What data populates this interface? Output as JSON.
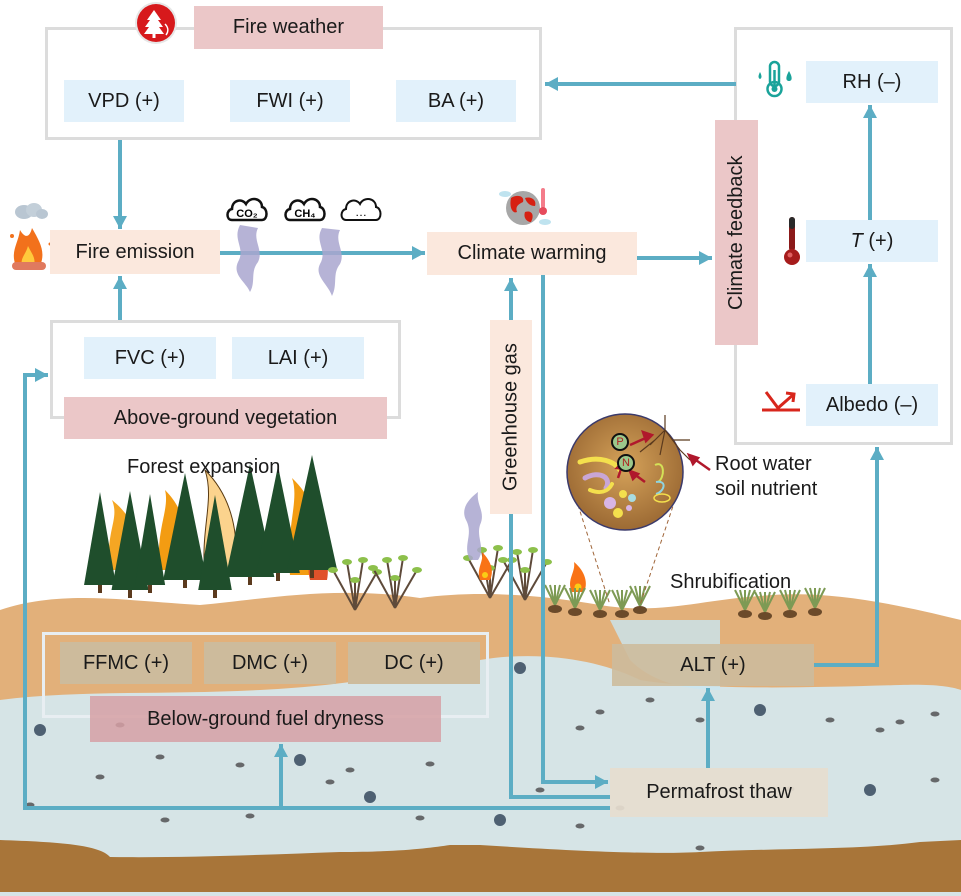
{
  "fire_weather": {
    "title": "Fire weather",
    "icon": "forest-fire-icon",
    "variables": [
      "VPD (+)",
      "FWI (+)",
      "BA (+)"
    ]
  },
  "climate_feedback": {
    "title": "Climate feedback",
    "variables": [
      {
        "label": "RH (–)",
        "icon": "humidity-thermometer-icon"
      },
      {
        "label_italic": "T",
        "label_rest": " (+)",
        "icon": "thermometer-icon"
      },
      {
        "label": "Albedo (–)",
        "icon": "albedo-reflection-icon"
      }
    ]
  },
  "fire_emission": {
    "label": "Fire emission",
    "icon": "campfire-icon",
    "gas_icons": [
      "CO₂",
      "CH₄",
      "…"
    ]
  },
  "climate_warming": {
    "label": "Climate warming",
    "icon": "warming-globe-icon"
  },
  "greenhouse_gas": {
    "label": "Greenhouse gas"
  },
  "above_ground": {
    "title": "Above-ground vegetation",
    "variables": [
      "FVC (+)",
      "LAI (+)"
    ]
  },
  "scene_labels": {
    "forest_expansion": "Forest expansion",
    "shrubification": "Shrubification",
    "root_water_line1": "Root water",
    "root_water_line2": "soil nutrient",
    "nutrient_p": "P",
    "nutrient_n": "N"
  },
  "below_ground": {
    "title": "Below-ground fuel dryness",
    "variables": [
      "FFMC (+)",
      "DMC (+)",
      "DC (+)"
    ]
  },
  "alt": {
    "label": "ALT (+)"
  },
  "permafrost": {
    "label": "Permafrost thaw"
  },
  "colors": {
    "arrow": "#5cadc4",
    "frame": "#dcdcdc",
    "variable_box": "#e2f1fb",
    "title_box": "#ebc7c8",
    "process_box": "#fbe8dd",
    "soil": "#e2b07a",
    "permafrost": "#d5e3e6",
    "bedrock": "#a87539"
  }
}
